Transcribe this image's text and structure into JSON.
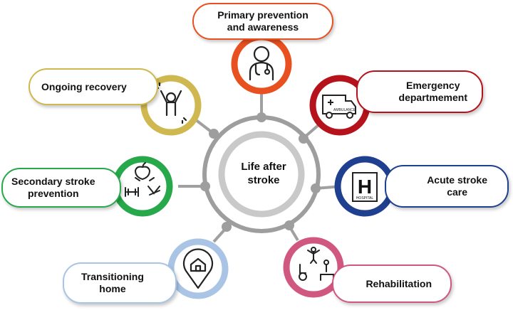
{
  "center": {
    "label": "Life after\nstroke"
  },
  "stages": [
    {
      "id": "primary-prevention",
      "label": "Primary prevention\nand awareness",
      "color": "#e8501f",
      "icon": "doctor-icon"
    },
    {
      "id": "emergency-department",
      "label": "Emergency\ndepartmement",
      "color": "#b5121b",
      "icon": "ambulance-icon",
      "icon_text": "AMBULANCE"
    },
    {
      "id": "acute-stroke-care",
      "label": "Acute stroke\ncare",
      "color": "#1f3f8f",
      "icon": "hospital-icon",
      "icon_text": "HOSPITAL",
      "icon_letter": "H"
    },
    {
      "id": "rehabilitation",
      "label": "Rehabilitation",
      "color": "#d0577f",
      "icon": "rehabilitation-icon"
    },
    {
      "id": "transitioning-home",
      "label": "Transitioning\nhome",
      "color": "#a9c4e4",
      "icon": "home-location-icon"
    },
    {
      "id": "secondary-stroke-prevention",
      "label": "Secondary stroke\nprevention",
      "color": "#27a84a",
      "icon": "healthy-lifestyle-icon"
    },
    {
      "id": "ongoing-recovery",
      "label": "Ongoing recovery",
      "color": "#cfb84f",
      "icon": "celebrating-person-icon"
    }
  ],
  "colors": {
    "hub_ring": "#9e9e9e",
    "hub_inner": "#c9c9c9",
    "connector": "#a0a0a0"
  }
}
